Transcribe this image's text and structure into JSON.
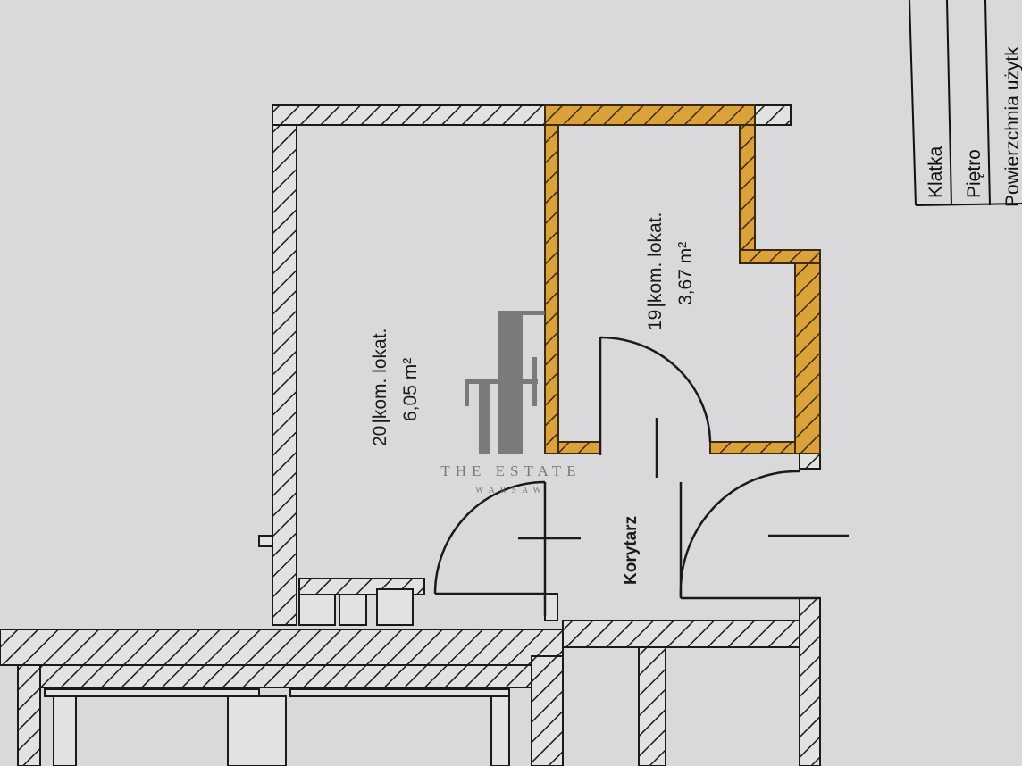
{
  "rooms": [
    {
      "number": "20",
      "name": "kom. lokat.",
      "area": "6,05 m²"
    },
    {
      "number": "19",
      "name": "kom. lokat.",
      "area": "3,67 m²"
    }
  ],
  "corridor": {
    "name": "Korytarz"
  },
  "title_block": {
    "rows": [
      "Klatka",
      "Piętro",
      "Powierzchnia użytk"
    ]
  },
  "watermark": {
    "brand": "THE ESTATE",
    "city": "WARSAW"
  },
  "colors": {
    "paper": "#d9d9db",
    "ink": "#1a1a1a",
    "highlight": "#d9962a",
    "watermark": "#6a6a6a"
  }
}
